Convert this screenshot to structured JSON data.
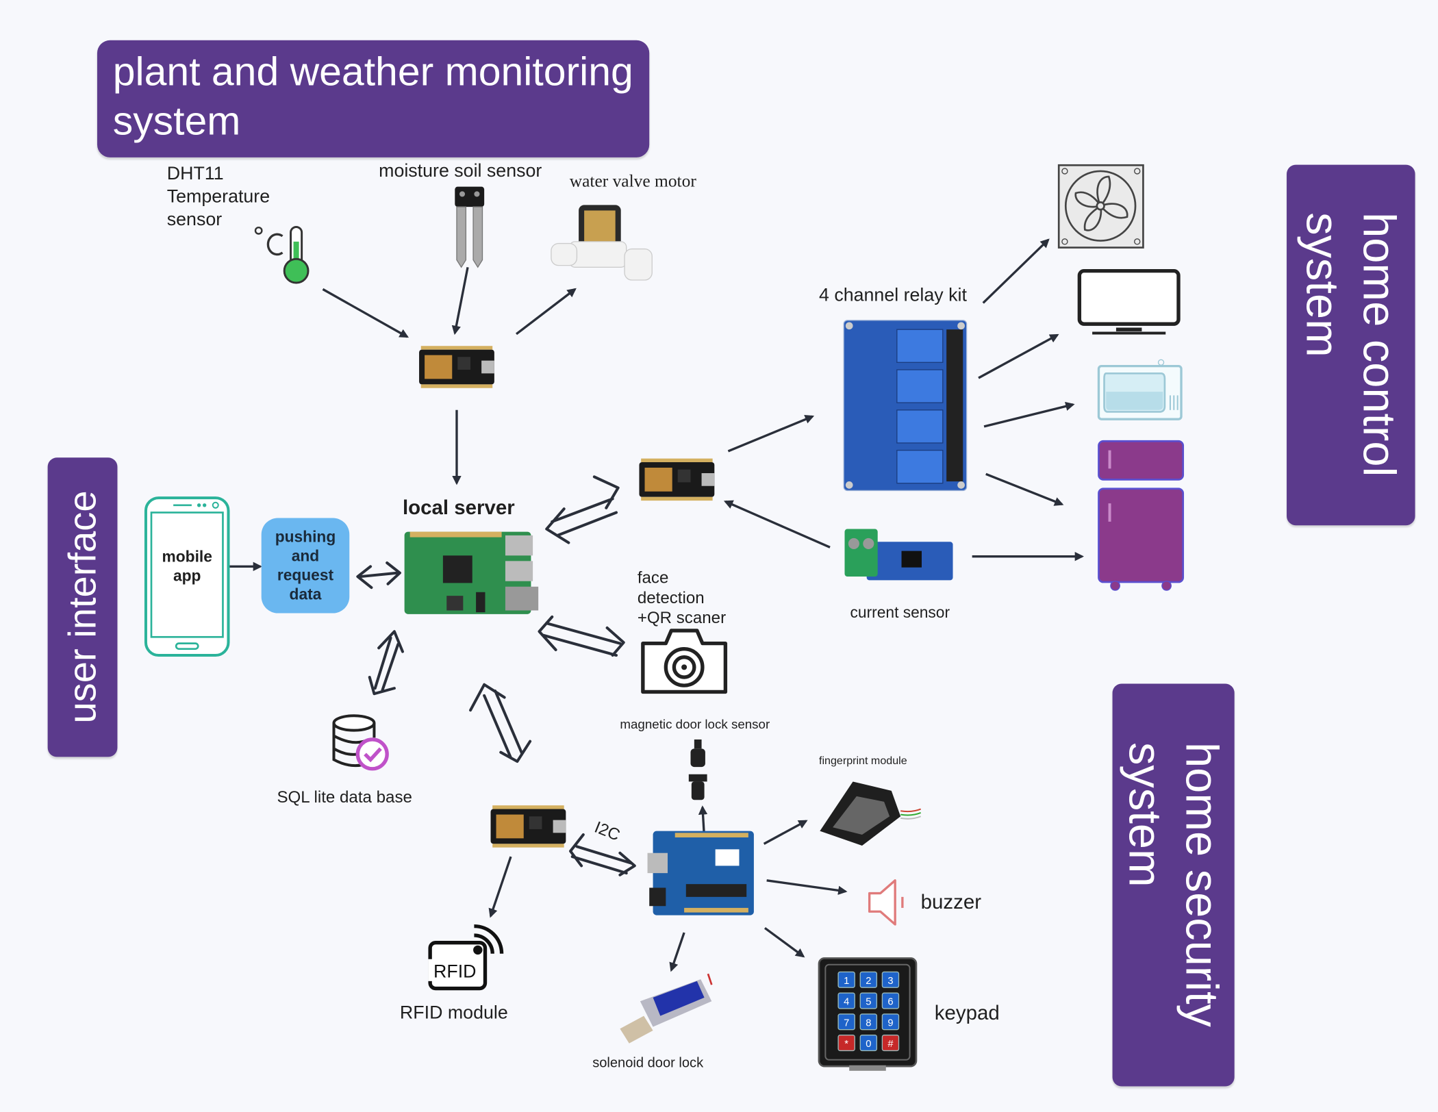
{
  "banners": {
    "plant_weather": "plant and weather monitoring system",
    "user_interface": "user interface",
    "home_control": "home control\nsystem",
    "home_security": "home security\nsystem"
  },
  "labels": {
    "dht11": "DHT11\nTemperature\nsensor",
    "moisture": "moisture soil sensor",
    "water_valve": "water valve motor",
    "relay": "4 channel relay kit",
    "current_sensor": "current sensor",
    "local_server": "local server",
    "mobile_app": "mobile\napp",
    "push_request": "pushing\nand\nrequest\ndata",
    "face_detection": "face\ndetection\n+QR scaner",
    "magnetic_lock": "magnetic door lock sensor",
    "fingerprint": "fingerprint module",
    "buzzer": "buzzer",
    "keypad": "keypad",
    "sql": "SQL lite data base",
    "rfid": "RFID module",
    "solenoid": "solenoid door lock",
    "i2c": "I2C",
    "rfid_icon_text": "RFID"
  },
  "keypad_keys": [
    "1",
    "2",
    "3",
    "4",
    "5",
    "6",
    "7",
    "8",
    "9",
    "*",
    "0",
    "#"
  ],
  "colors": {
    "banner": "#5b3a8c",
    "arrow": "#2a2f3a",
    "board_pcb": "#1a1a1a",
    "raspberry_green": "#2f8f4e",
    "relay_blue": "#2a5cb8",
    "arduino_blue": "#1f5fa8",
    "fridge": "#8b3a8b",
    "pill": "#6ab7f0",
    "phone_teal": "#2bb39a"
  }
}
